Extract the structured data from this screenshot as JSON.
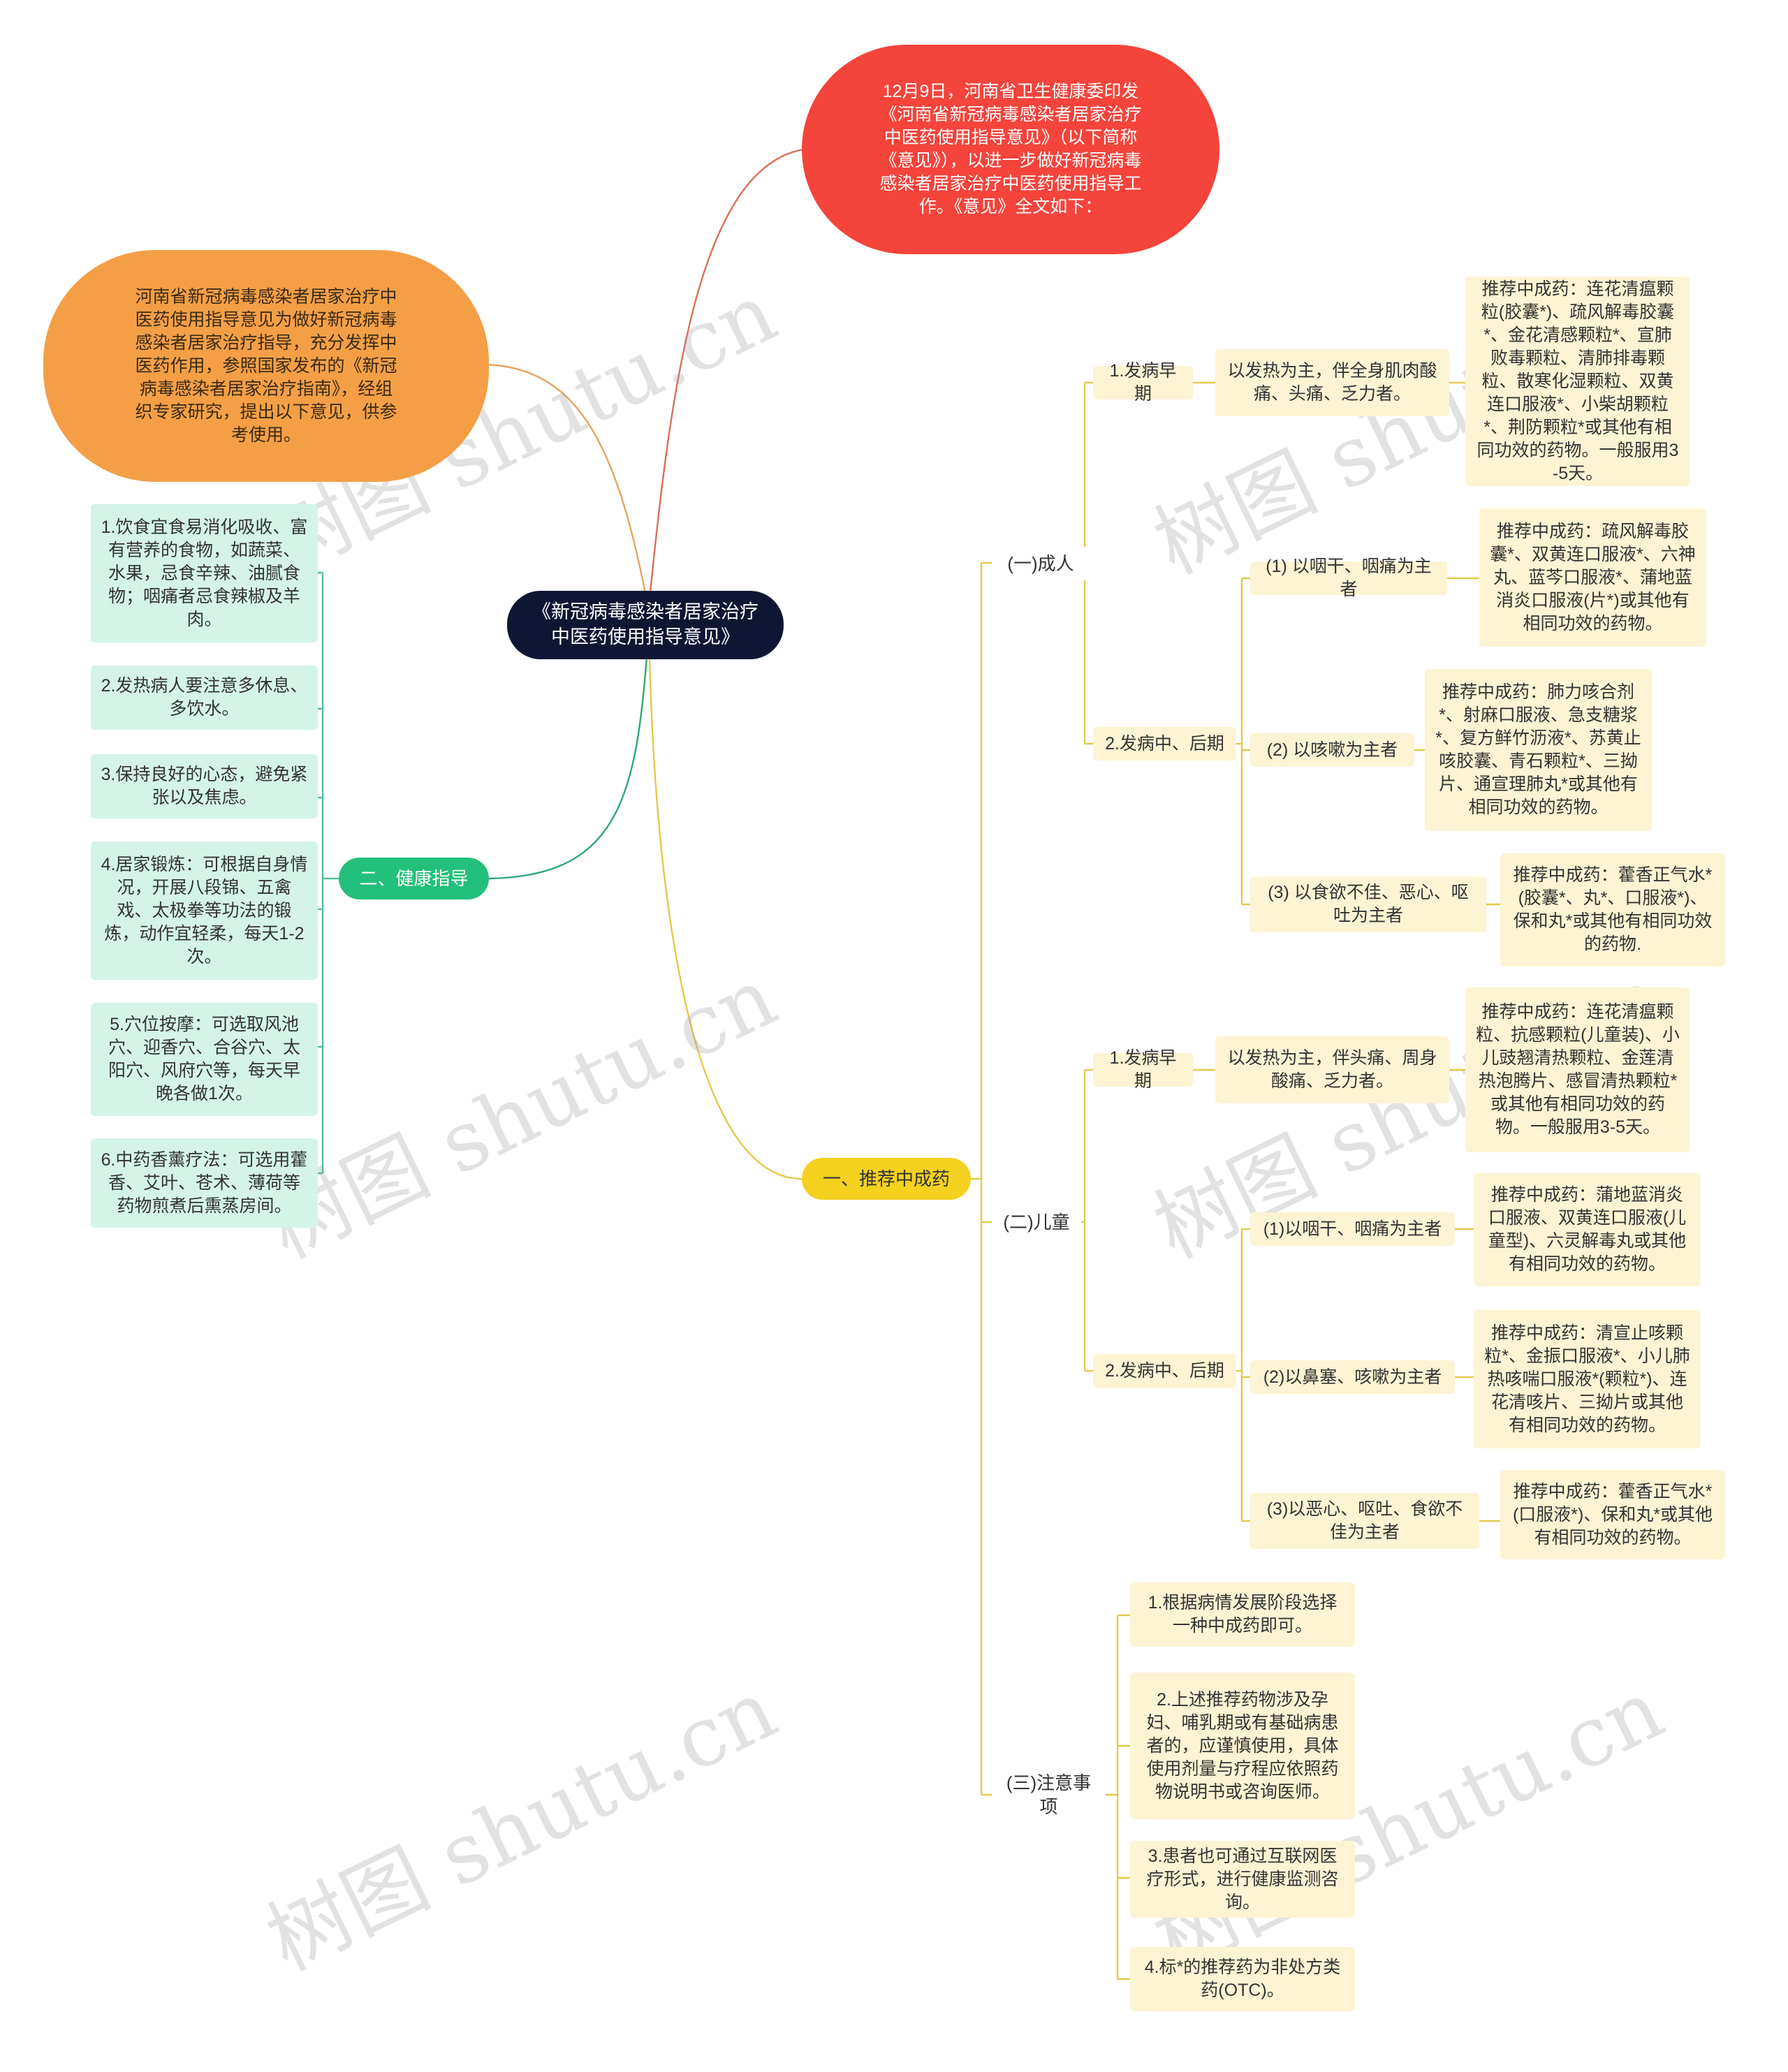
{
  "root": "《新冠病毒感染者居家治疗中医药使用指导意见》",
  "intro_red": "12月9日，河南省卫生健康委印发《河南省新冠病毒感染者居家治疗中医药使用指导意见》（以下简称《意见》），以进一步做好新冠病毒感染者居家治疗中医药使用指导工作。《意见》全文如下：",
  "intro_orange": "河南省新冠病毒感染者居家治疗中医药使用指导意见为做好新冠病毒感染者居家治疗指导，充分发挥中医药作用，参照国家发布的《新冠病毒感染者居家治疗指南》，经组织专家研究，提出以下意见，供参考使用。",
  "health": {
    "title": "二、健康指导",
    "items": [
      "1.饮食宜食易消化吸收、富有营养的食物，如蔬菜、水果，忌食辛辣、油腻食物；咽痛者忌食辣椒及羊肉。",
      "2.发热病人要注意多休息、多饮水。",
      "3.保持良好的心态，避免紧张以及焦虑。",
      "4.居家锻炼：可根据自身情况，开展八段锦、五禽戏、太极拳等功法的锻炼，动作宜轻柔，每天1-2次。",
      "5.穴位按摩：可选取风池穴、迎香穴、合谷穴、太阳穴、风府穴等，每天早晚各做1次。",
      "6.中药香薰疗法：可选用藿香、艾叶、苍术、薄荷等药物煎煮后熏蒸房间。"
    ]
  },
  "medicine": {
    "title": "一、推荐中成药",
    "adult": {
      "label": "(一)成人",
      "early": {
        "label": "1.发病早期",
        "symptom": "以发热为主，伴全身肌肉酸痛、头痛、乏力者。",
        "rec": "推荐中成药：连花清瘟颗粒(胶囊*)、疏风解毒胶囊*、金花清感颗粒*、宣肺败毒颗粒、清肺排毒颗粒、散寒化湿颗粒、双黄连口服液*、小柴胡颗粒*、荆防颗粒*或其他有相同功效的药物。一般服用3-5天。"
      },
      "late": {
        "label": "2.发病中、后期",
        "items": [
          {
            "symptom": "(1) 以咽干、咽痛为主者",
            "rec": "推荐中成药：疏风解毒胶囊*、双黄连口服液*、六神丸、蓝芩口服液*、蒲地蓝消炎口服液(片*)或其他有相同功效的药物。"
          },
          {
            "symptom": "(2) 以咳嗽为主者",
            "rec": "推荐中成药：肺力咳合剂*、射麻口服液、急支糖浆*、复方鲜竹沥液*、苏黄止咳胶囊、青石颗粒*、三拗片、通宣理肺丸*或其他有相同功效的药物。"
          },
          {
            "symptom": "(3) 以食欲不佳、恶心、呕吐为主者",
            "rec": "推荐中成药：藿香正气水*(胶囊*、丸*、口服液*)、保和丸*或其他有相同功效的药物."
          }
        ]
      }
    },
    "child": {
      "label": "(二)儿童",
      "early": {
        "label": "1.发病早期",
        "symptom": "以发热为主，伴头痛、周身酸痛、乏力者。",
        "rec": "推荐中成药：连花清瘟颗粒、抗感颗粒(儿童装)、小儿豉翘清热颗粒、金莲清热泡腾片、感冒清热颗粒*或其他有相同功效的药物。一般服用3-5天。"
      },
      "late": {
        "label": "2.发病中、后期",
        "items": [
          {
            "symptom": "(1)以咽干、咽痛为主者",
            "rec": "推荐中成药：蒲地蓝消炎口服液、双黄连口服液(儿童型)、六灵解毒丸或其他有相同功效的药物。"
          },
          {
            "symptom": "(2)以鼻塞、咳嗽为主者",
            "rec": "推荐中成药：清宣止咳颗粒*、金振口服液*、小儿肺热咳喘口服液*(颗粒*)、连花清咳片、三拗片或其他有相同功效的药物。"
          },
          {
            "symptom": "(3)以恶心、呕吐、食欲不佳为主者",
            "rec": "推荐中成药：藿香正气水*(口服液*)、保和丸*或其他有相同功效的药物。"
          }
        ]
      }
    },
    "notes": {
      "label": "(三)注意事项",
      "items": [
        "1.根据病情发展阶段选择一种中成药即可。",
        "2.上述推荐药物涉及孕妇、哺乳期或有基础病患者的，应谨慎使用，具体使用剂量与疗程应依照药物说明书或咨询医师。",
        "3.患者也可通过互联网医疗形式，进行健康监测咨询。",
        "4.标*的推荐药为非处方类药(OTC)。"
      ]
    }
  },
  "watermark": "树图 shutu.cn",
  "colors": {
    "root": "#0f1634",
    "red": "#f4443c",
    "orange": "#f49f46",
    "yellow": "#f4d11f",
    "green": "#22c07a",
    "cream": "#fdf4d3",
    "mint": "#d4f4e8"
  }
}
